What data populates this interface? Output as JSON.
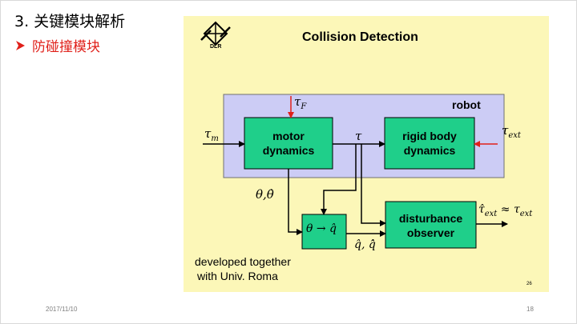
{
  "slide": {
    "heading": "3. 关键模块解析",
    "subheading": "防碰撞模块",
    "date": "2017/11/10",
    "page_number": "18"
  },
  "figure": {
    "title": "Collision Detection",
    "logo_text": "DLR",
    "robot_label": "robot",
    "motor_line1": "motor",
    "motor_line2": "dynamics",
    "rigid_line1": "rigid body",
    "rigid_line2": "dynamics",
    "observer_line1": "disturbance",
    "observer_line2": "observer",
    "note_line1": "developed together",
    "note_line2": "with Univ. Roma",
    "inner_page_number": "26",
    "sym_tau_f": "τ",
    "sym_tau_f_sub": "F",
    "sym_tau_m": "τ",
    "sym_tau_m_sub": "m",
    "sym_tau": "τ",
    "sym_tau_ext": "τ",
    "sym_tau_ext_sub": "ext",
    "sym_theta": "θ,θ̇",
    "sym_convert": "θ → q̂",
    "sym_q": "q̂, q̂̇",
    "sym_result": "τ̂",
    "sym_result_sub": "ext",
    "sym_approx": "≈ τ",
    "sym_approx_sub": "ext",
    "colors": {
      "figure_bg": "#fcf7b8",
      "robot_bg": "#ccccf5",
      "block_fill": "#1fcf8a",
      "force_arrow": "#e0201a"
    }
  }
}
